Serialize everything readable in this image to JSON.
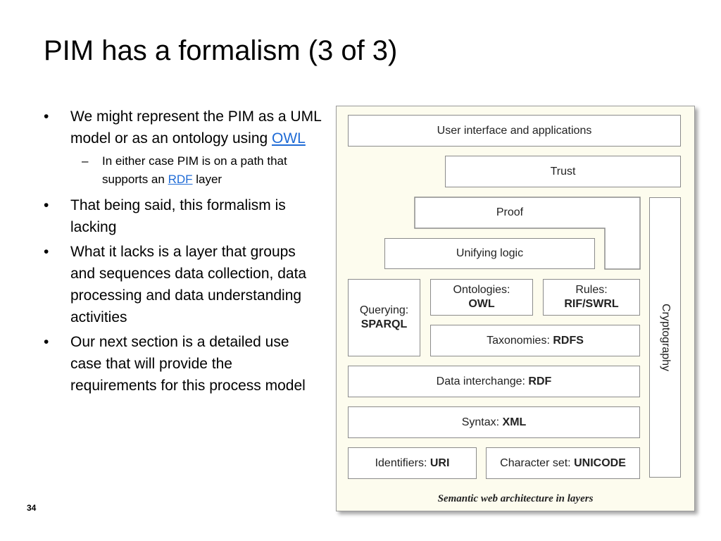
{
  "slide": {
    "title": "PIM has a formalism (3 of 3)",
    "number": "34"
  },
  "bullets": [
    {
      "text": "We might represent the PIM as a UML model or as an ontology using ",
      "link": "OWL"
    },
    {
      "text_before": "In either case PIM is on a path that supports an ",
      "link": "RDF",
      "text_after": " layer"
    },
    {
      "text": "That being said, this formalism is lacking"
    },
    {
      "text": "What it lacks is a layer that groups and sequences data collection, data processing and data understanding activities"
    },
    {
      "text": "Our next section is a detailed use case that will provide the requirements for this process model"
    }
  ],
  "bullet_symbols": {
    "main": "•",
    "sub": "–"
  },
  "figure": {
    "caption": "Semantic web architecture in layers",
    "layers": {
      "user_interface": "User interface and applications",
      "trust": "Trust",
      "proof": "Proof",
      "unifying_logic": "Unifying logic",
      "querying": {
        "label": "Querying:",
        "value": "SPARQL"
      },
      "ontologies": {
        "label": "Ontologies:",
        "value": "OWL"
      },
      "rules": {
        "label": "Rules:",
        "value": "RIF/SWRL"
      },
      "taxonomies": {
        "label": "Taxonomies: ",
        "value": "RDFS"
      },
      "data_interchange": {
        "label": "Data interchange: ",
        "value": "RDF"
      },
      "syntax": {
        "label": "Syntax: ",
        "value": "XML"
      },
      "identifiers": {
        "label": "Identifiers: ",
        "value": "URI"
      },
      "character_set": {
        "label": "Character set: ",
        "value": "UNICODE"
      },
      "cryptography": "Cryptography"
    },
    "colors": {
      "background": "#fdfcee",
      "border": "#8b8b8b",
      "link": "#1f6bd6"
    }
  }
}
